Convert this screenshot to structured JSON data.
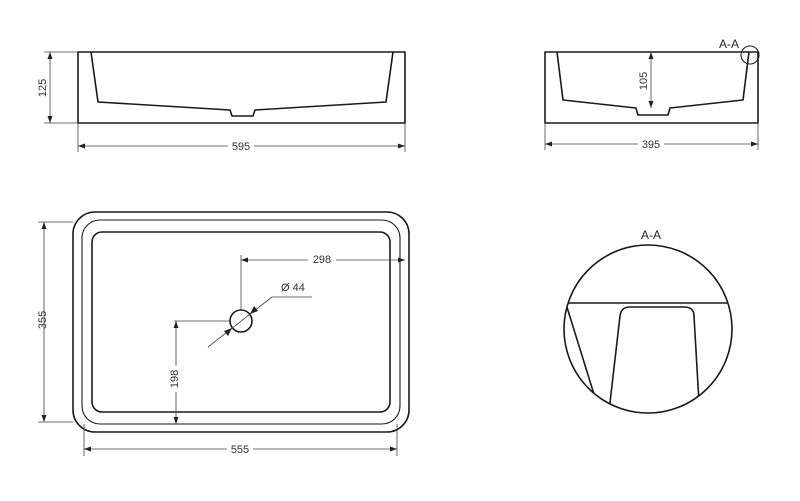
{
  "side_view": {
    "height_label": "125",
    "width_label": "595"
  },
  "end_view": {
    "section_label": "A-A",
    "depth_label": "105",
    "width_label": "395"
  },
  "top_view": {
    "height_label": "355",
    "width_label": "555",
    "drain_offset_x_label": "298",
    "drain_offset_y_label": "198",
    "drain_diameter_label": "Ø 44"
  },
  "detail_view": {
    "title": "A-A"
  }
}
